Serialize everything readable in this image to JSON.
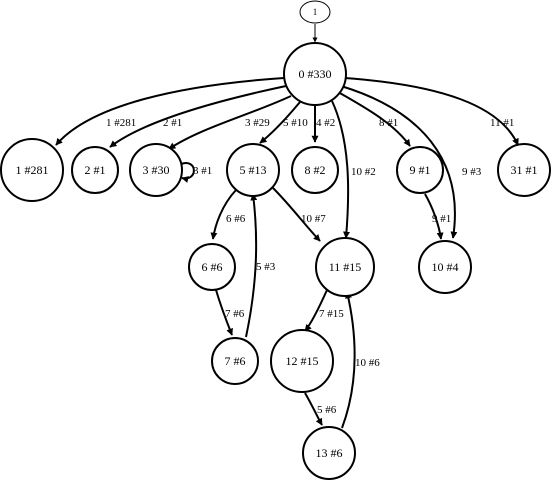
{
  "graph": {
    "root": {
      "label": "1"
    },
    "nodes": [
      {
        "id": "n0",
        "label": "0 #330"
      },
      {
        "id": "n1",
        "label": "1 #281"
      },
      {
        "id": "n2",
        "label": "2 #1"
      },
      {
        "id": "n3",
        "label": "3 #30"
      },
      {
        "id": "n5",
        "label": "5 #13"
      },
      {
        "id": "n8",
        "label": "8 #2"
      },
      {
        "id": "n9",
        "label": "9 #1"
      },
      {
        "id": "n31",
        "label": "31 #1"
      },
      {
        "id": "n6",
        "label": "6 #6"
      },
      {
        "id": "n11",
        "label": "11 #15"
      },
      {
        "id": "n10",
        "label": "10 #4"
      },
      {
        "id": "n7",
        "label": "7 #6"
      },
      {
        "id": "n12",
        "label": "12 #15"
      },
      {
        "id": "n13",
        "label": "13 #6"
      }
    ],
    "edges": [
      {
        "from": "root",
        "to": "n0",
        "label": ""
      },
      {
        "from": "n0",
        "to": "n1",
        "label": "1 #281"
      },
      {
        "from": "n0",
        "to": "n2",
        "label": "2 #1"
      },
      {
        "from": "n0",
        "to": "n3",
        "label": "3 #29"
      },
      {
        "from": "n0",
        "to": "n5",
        "label": "5 #10"
      },
      {
        "from": "n0",
        "to": "n8",
        "label": "4 #2"
      },
      {
        "from": "n0",
        "to": "n11",
        "label": "10 #2"
      },
      {
        "from": "n0",
        "to": "n9",
        "label": "8 #1"
      },
      {
        "from": "n0",
        "to": "n10",
        "label": "9 #3"
      },
      {
        "from": "n0",
        "to": "n31",
        "label": "11 #1"
      },
      {
        "from": "n3",
        "to": "n3",
        "label": "3 #1"
      },
      {
        "from": "n5",
        "to": "n6",
        "label": "6 #6"
      },
      {
        "from": "n5",
        "to": "n11",
        "label": "10 #7"
      },
      {
        "from": "n9",
        "to": "n10",
        "label": "9 #1"
      },
      {
        "from": "n6",
        "to": "n7",
        "label": "7 #6"
      },
      {
        "from": "n7",
        "to": "n5",
        "label": "5 #3"
      },
      {
        "from": "n11",
        "to": "n12",
        "label": "7 #15"
      },
      {
        "from": "n12",
        "to": "n13",
        "label": "5 #6"
      },
      {
        "from": "n13",
        "to": "n11",
        "label": "10 #6"
      }
    ]
  }
}
